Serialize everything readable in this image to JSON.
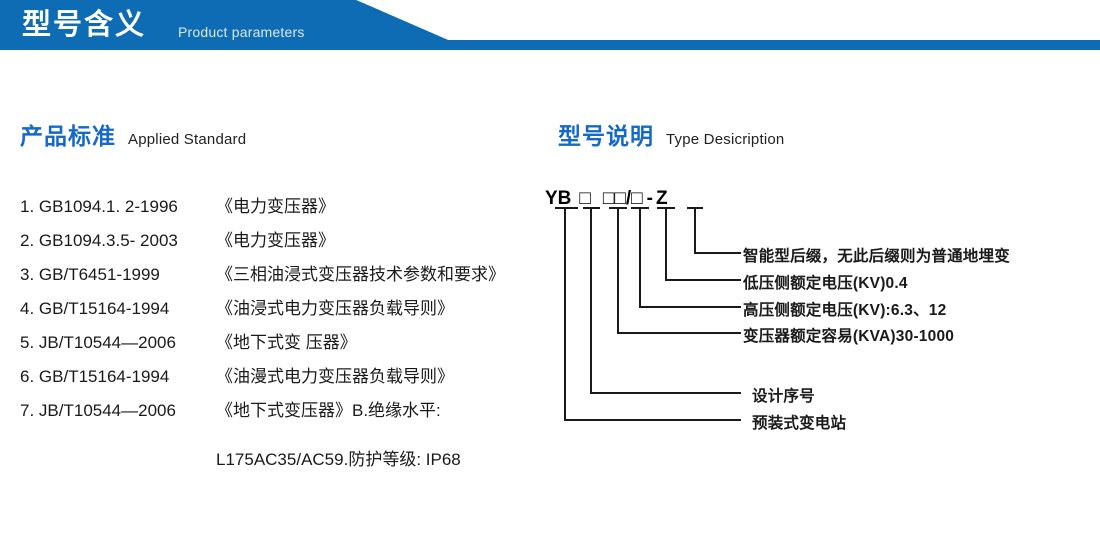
{
  "header": {
    "title_cn": "型号含义",
    "title_en": "Product parameters",
    "bar_color": "#0d6cb4",
    "text_color": "#ffffff"
  },
  "sections": {
    "standard": {
      "heading_cn": "产品标准",
      "heading_en": "Applied Standard",
      "heading_color": "#1569c7"
    },
    "type": {
      "heading_cn": "型号说明",
      "heading_en": "Type Desicription",
      "heading_color": "#1569c7"
    }
  },
  "standards": [
    {
      "index": "1.",
      "code": "GB1094.1. 2-1996",
      "name": "《电力变压器》"
    },
    {
      "index": "2.",
      "code": "GB1094.3.5- 2003",
      "name": "《电力变压器》"
    },
    {
      "index": "3.",
      "code": "GB/T6451-1999",
      "name": "《三相油浸式变压器技术参数和要求》"
    },
    {
      "index": "4.",
      "code": "GB/T15164-1994",
      "name": "《油浸式电力变压器负载导则》"
    },
    {
      "index": "5.",
      "code": "JB/T10544—2006",
      "name": "《地下式变 压器》"
    },
    {
      "index": "6.",
      "code": "GB/T15164-1994",
      "name": "《油漫式电力变压器负载导则》"
    },
    {
      "index": "7.",
      "code": "JB/T10544—2006",
      "name": "《地下式变压器》B.绝缘水平:"
    }
  ],
  "standards_continuation": "L175AC35/AC59.防护等级: IP68",
  "type_code": {
    "segments": [
      "YB",
      "□",
      "□□",
      "/□",
      "-",
      "Z"
    ],
    "full": "YB □ □□/□ - Z"
  },
  "annotations": [
    {
      "id": "suffix",
      "text": "智能型后缀，无此后缀则为普通地埋变"
    },
    {
      "id": "lv-voltage",
      "text": "低压侧额定电压(KV)0.4"
    },
    {
      "id": "hv-voltage",
      "text": "高压侧额定电压(KV):6.3、12"
    },
    {
      "id": "capacity",
      "text": "变压器额定容易(KVA)30-1000"
    },
    {
      "id": "design-serial",
      "text": "设计序号"
    },
    {
      "id": "substation",
      "text": "预装式变电站"
    }
  ]
}
